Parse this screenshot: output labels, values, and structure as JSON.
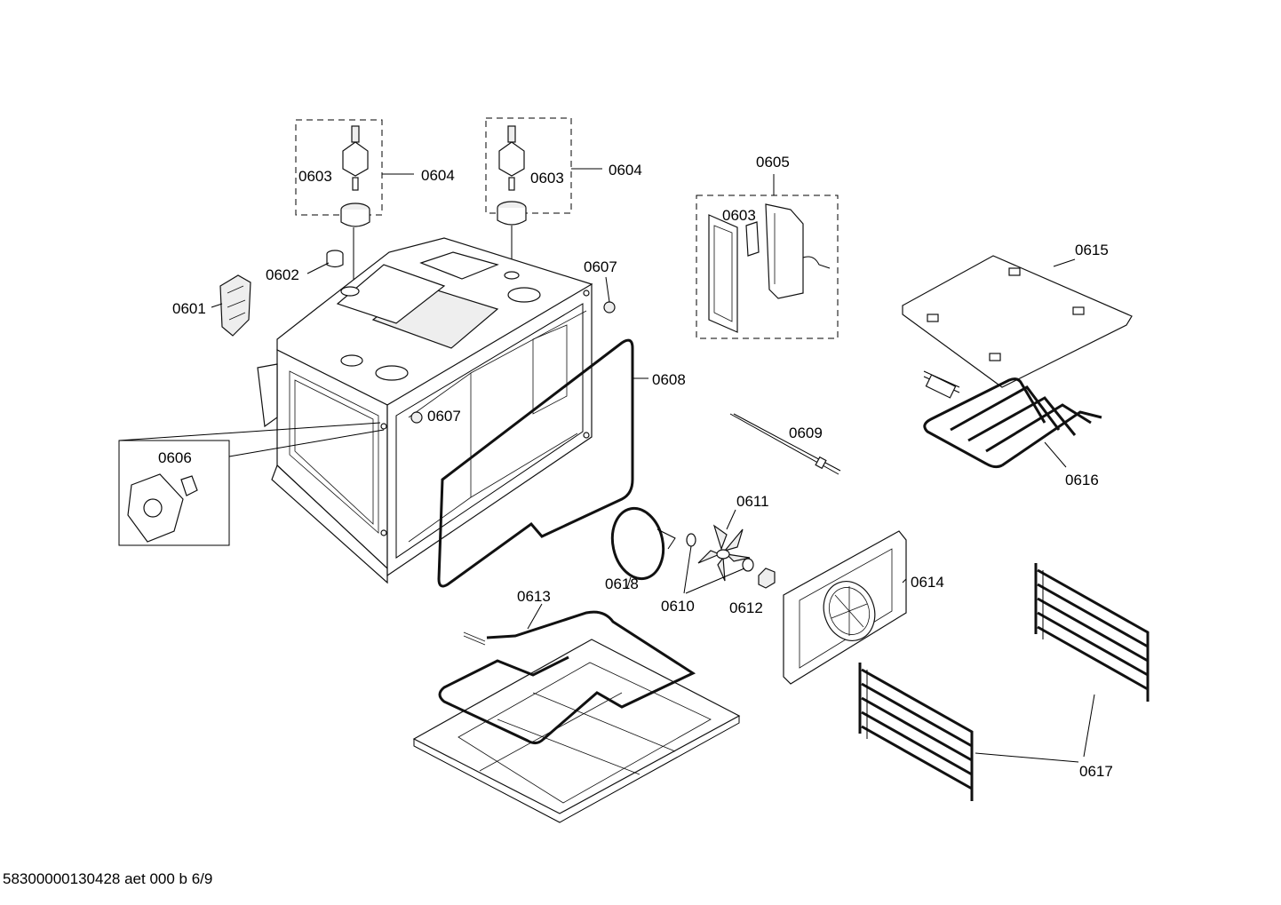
{
  "diagram": {
    "part_labels": {
      "p0601": "0601",
      "p0602": "0602",
      "p0603_a": "0603",
      "p0603_b": "0603",
      "p0603_c": "0603",
      "p0604_a": "0604",
      "p0604_b": "0604",
      "p0605": "0605",
      "p0606": "0606",
      "p0607_a": "0607",
      "p0607_b": "0607",
      "p0608": "0608",
      "p0609": "0609",
      "p0610": "0610",
      "p0611": "0611",
      "p0612": "0612",
      "p0613": "0613",
      "p0614": "0614",
      "p0615": "0615",
      "p0616": "0616",
      "p0617": "0617",
      "p0618": "0618"
    },
    "footer": "58300000130428 aet 000 b 6/9"
  }
}
